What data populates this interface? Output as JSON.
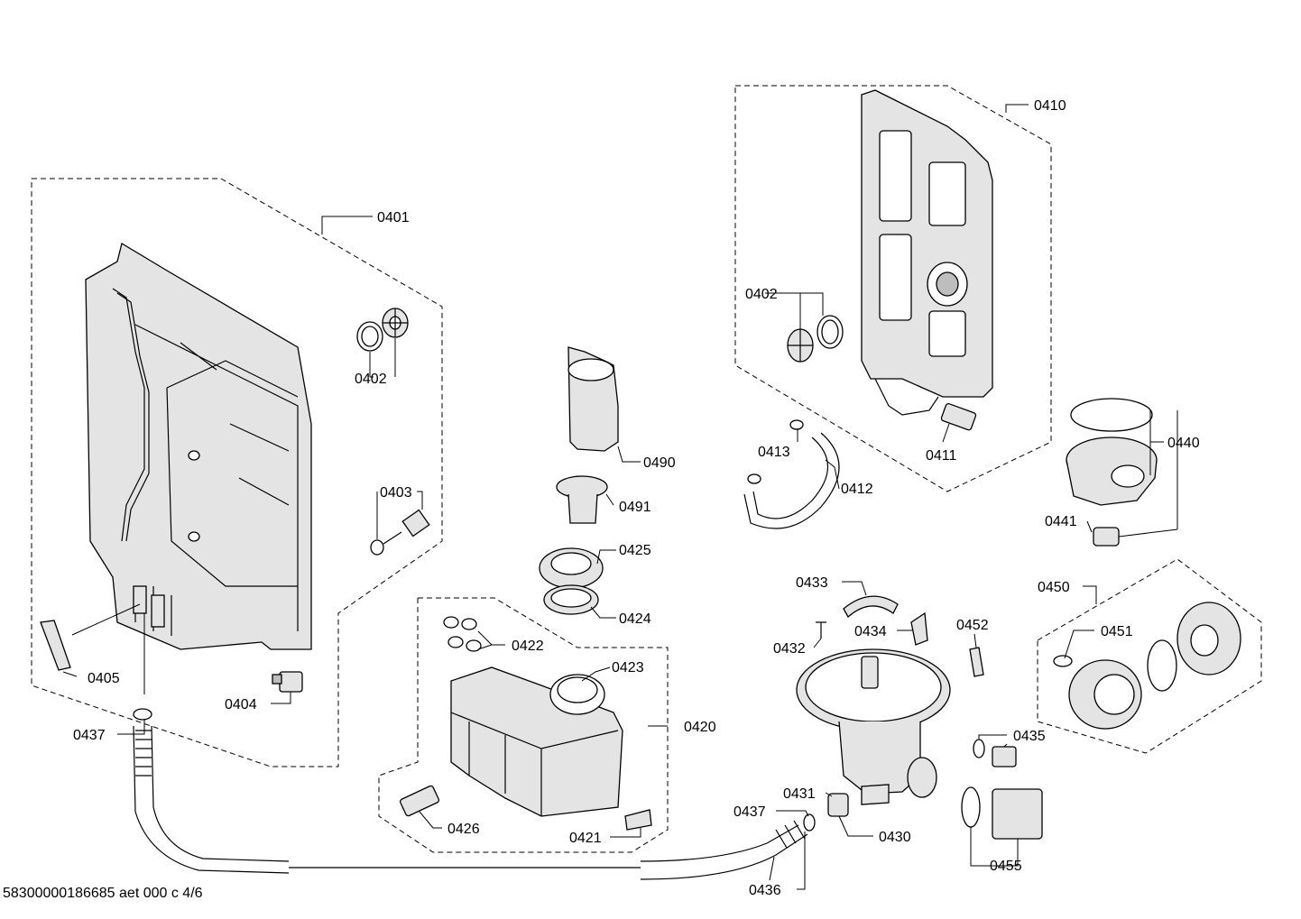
{
  "footer": "58300000186685 aet 000 c 4/6",
  "labels": {
    "p0401": "0401",
    "p0402a": "0402",
    "p0402b": "0402",
    "p0403": "0403",
    "p0404": "0404",
    "p0405": "0405",
    "p0410": "0410",
    "p0411": "0411",
    "p0412": "0412",
    "p0413": "0413",
    "p0420": "0420",
    "p0421": "0421",
    "p0422": "0422",
    "p0423": "0423",
    "p0424": "0424",
    "p0425": "0425",
    "p0426": "0426",
    "p0430": "0430",
    "p0431": "0431",
    "p0432": "0432",
    "p0433": "0433",
    "p0434": "0434",
    "p0435": "0435",
    "p0436": "0436",
    "p0437a": "0437",
    "p0437b": "0437",
    "p0440": "0440",
    "p0441": "0441",
    "p0450": "0450",
    "p0451": "0451",
    "p0452": "0452",
    "p0455": "0455",
    "p0490": "0490",
    "p0491": "0491"
  }
}
